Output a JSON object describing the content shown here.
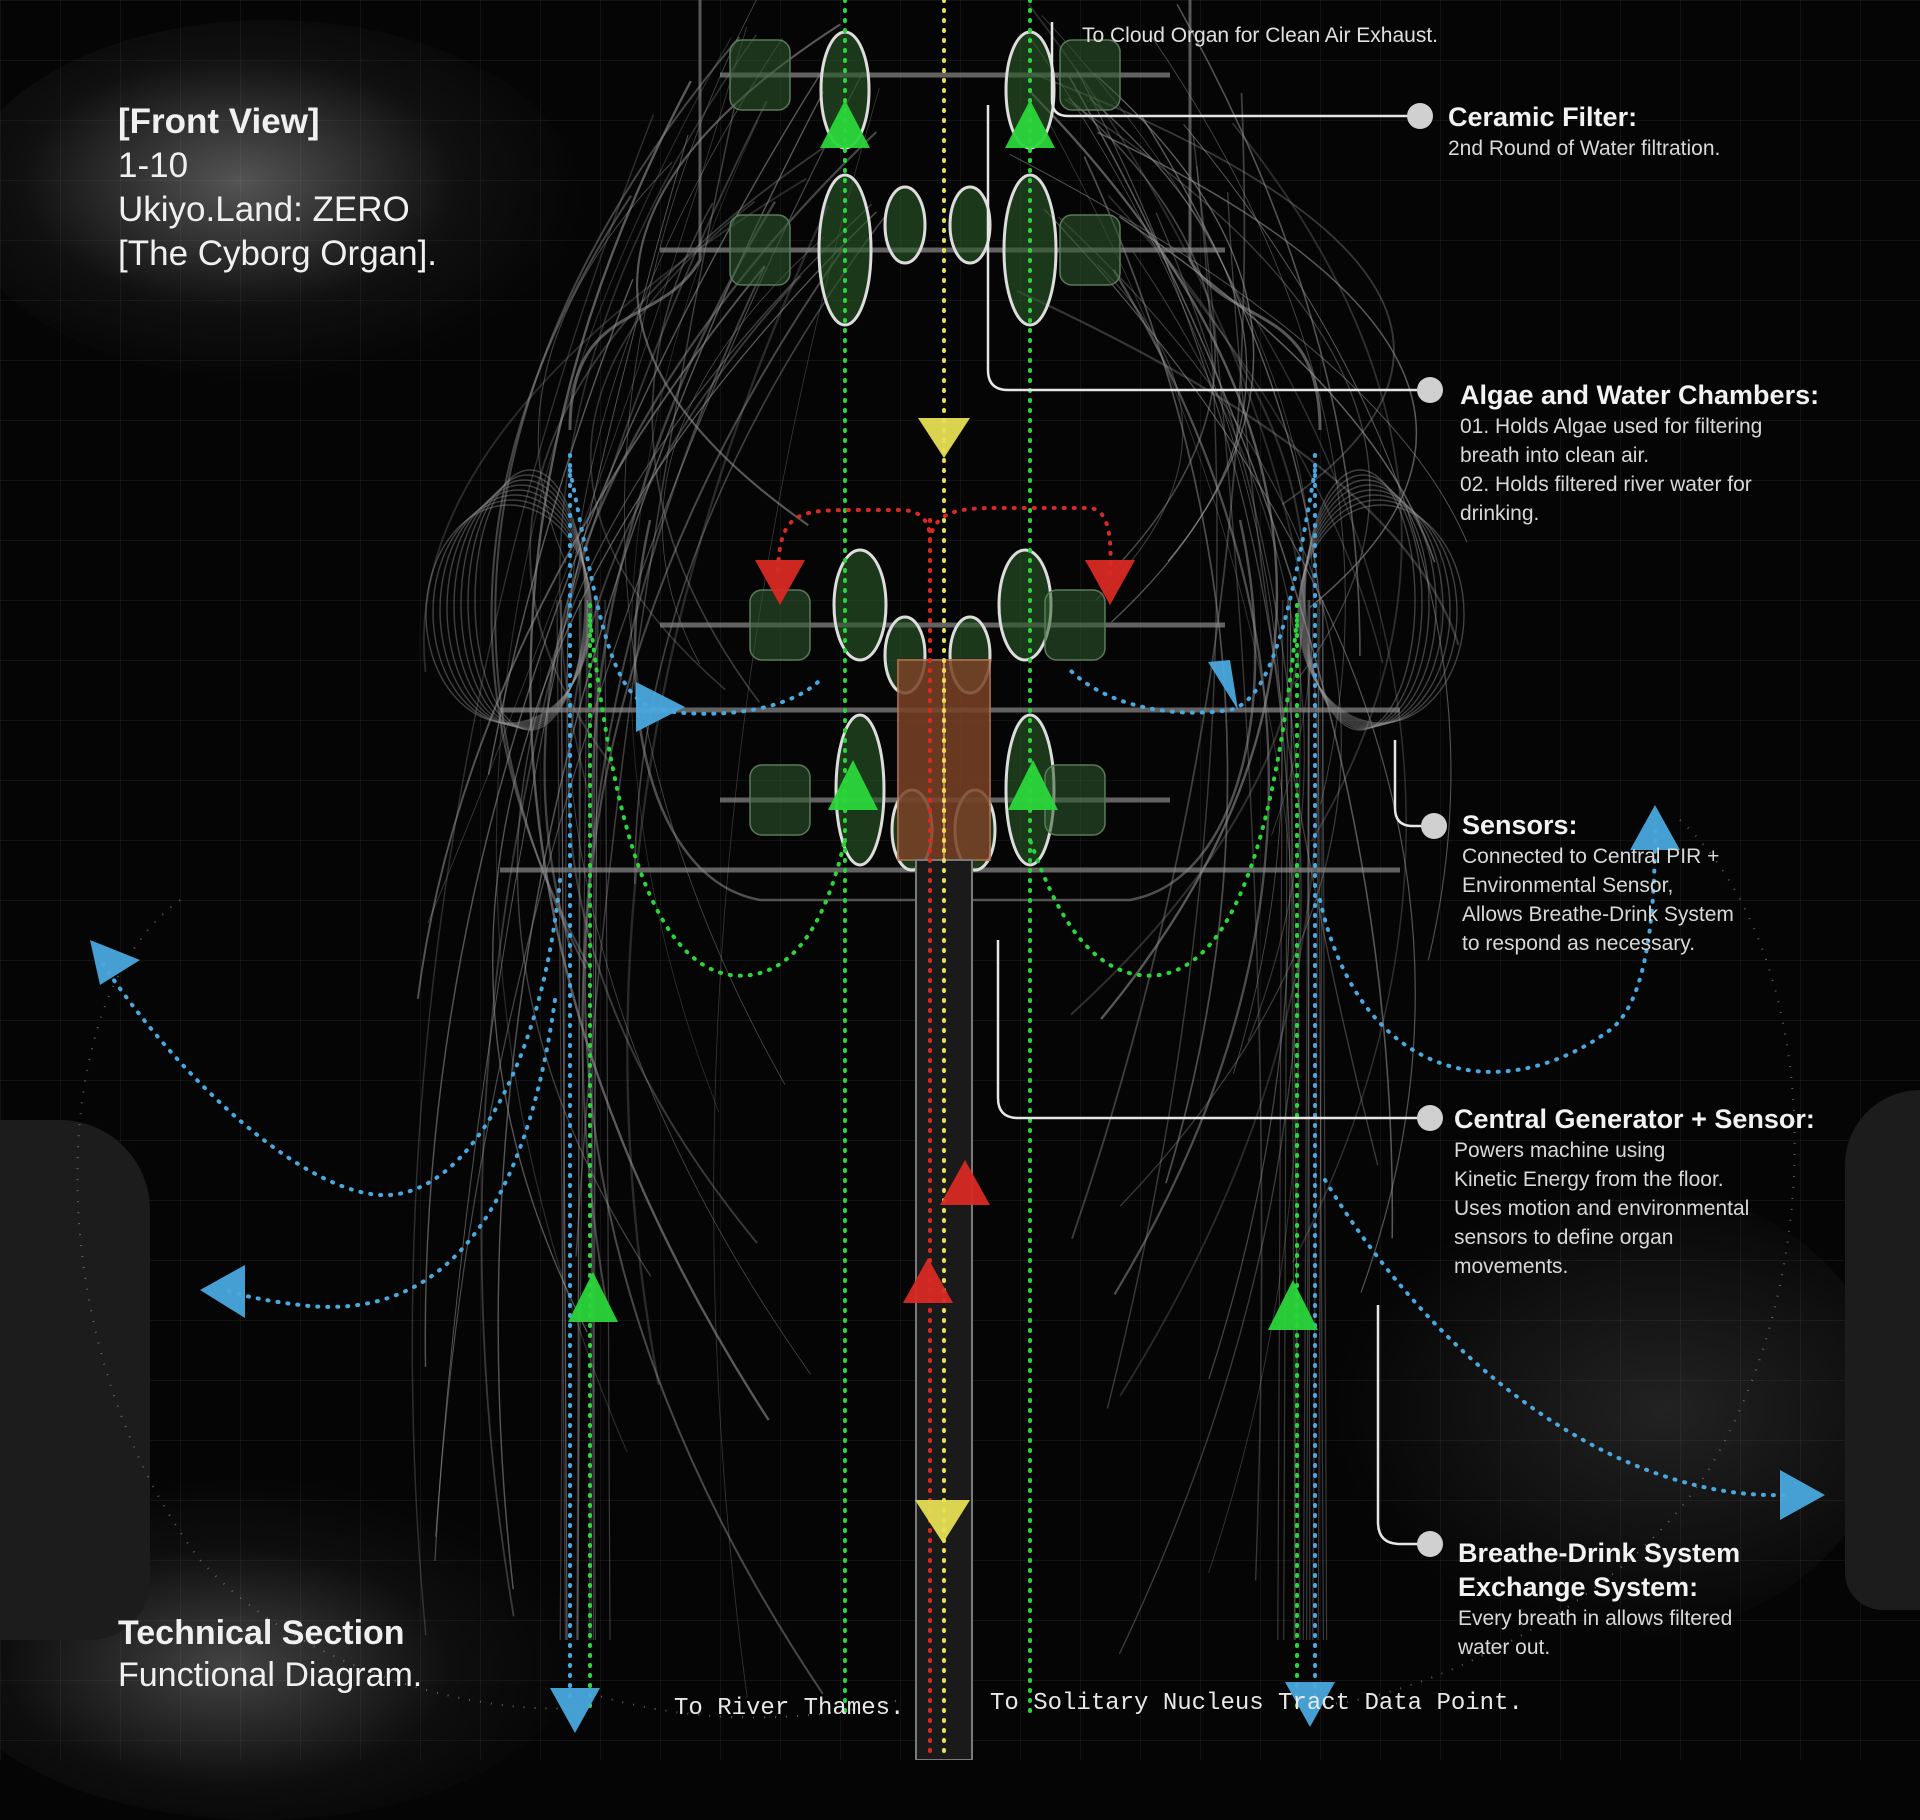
{
  "title": {
    "line1": "[Front View]",
    "line2": "1-10",
    "line3": "Ukiyo.Land: ZERO",
    "line4": "[The Cyborg Organ]."
  },
  "footer": {
    "line1": "Technical Section",
    "line2": "Functional Diagram."
  },
  "labels": {
    "cloud_exhaust": "To Cloud Organ for Clean Air Exhaust.",
    "ceramic": {
      "head": "Ceramic Filter:",
      "body1": "2nd Round of Water filtration."
    },
    "algae": {
      "head": "Algae and Water Chambers:",
      "body1": "01. Holds Algae used for filtering",
      "body2": "breath into clean air.",
      "body3": "02. Holds filtered river water for",
      "body4": "drinking."
    },
    "sensors": {
      "head": "Sensors:",
      "body1": "Connected to Central PIR +",
      "body2": "Environmental Sensor,",
      "body3": "Allows Breathe-Drink System",
      "body4": "to respond as necessary."
    },
    "generator": {
      "head": "Central Generator + Sensor:",
      "body1": "Powers machine using",
      "body2": "Kinetic Energy from the floor.",
      "body3": "Uses motion and environmental",
      "body4": "sensors to define organ",
      "body5": "movements."
    },
    "exchange": {
      "head1": "Breathe-Drink System",
      "head2": "Exchange System:",
      "body1": "Every breath in allows filtered",
      "body2": "water out."
    },
    "river": "To River Thames.",
    "nucleus": "To Solitary Nucleus Tract Data Point."
  },
  "colors": {
    "background": "#050505",
    "structure": "#9a9a9a",
    "water_flow": "#2bd63a",
    "air_flow": "#4aa8de",
    "power_flow": "#d82a24",
    "data_flow": "#e6df55",
    "chamber_fill": "#2a5a2a",
    "generator": "#8a4a2a",
    "marker": "#d0d0d0"
  }
}
